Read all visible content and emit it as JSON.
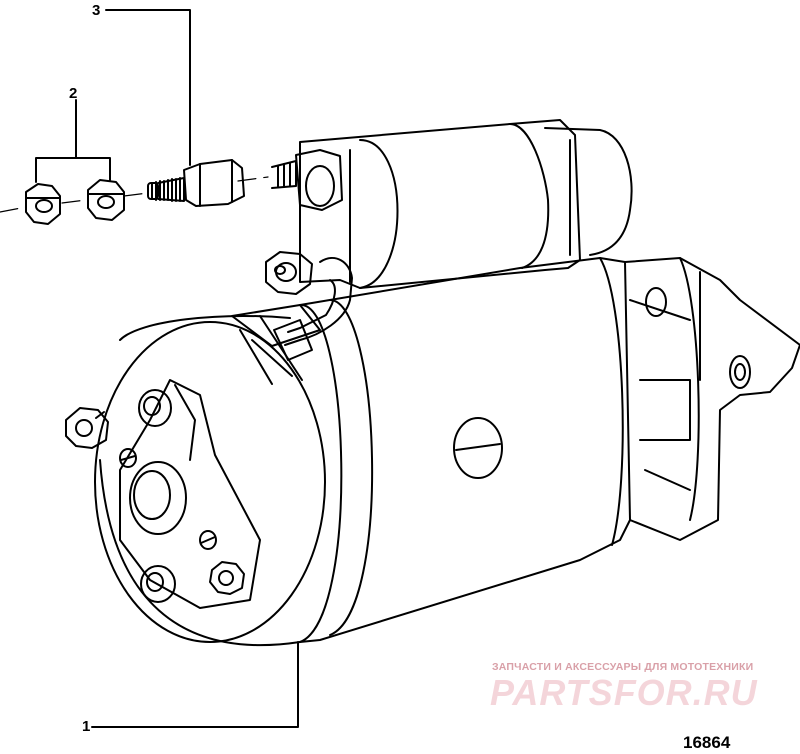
{
  "callouts": {
    "item_1": "1",
    "item_2": "2",
    "item_3": "3"
  },
  "figure_number": "16864",
  "watermark": {
    "caption": "ЗАПЧАСТИ И АКСЕССУАРЫ ДЛЯ МОТОТЕХНИКИ",
    "logo": "PARTSFOR.RU",
    "caption_color": "#d9a0a8",
    "logo_color": "#e08a96"
  },
  "line_color": "#000000"
}
